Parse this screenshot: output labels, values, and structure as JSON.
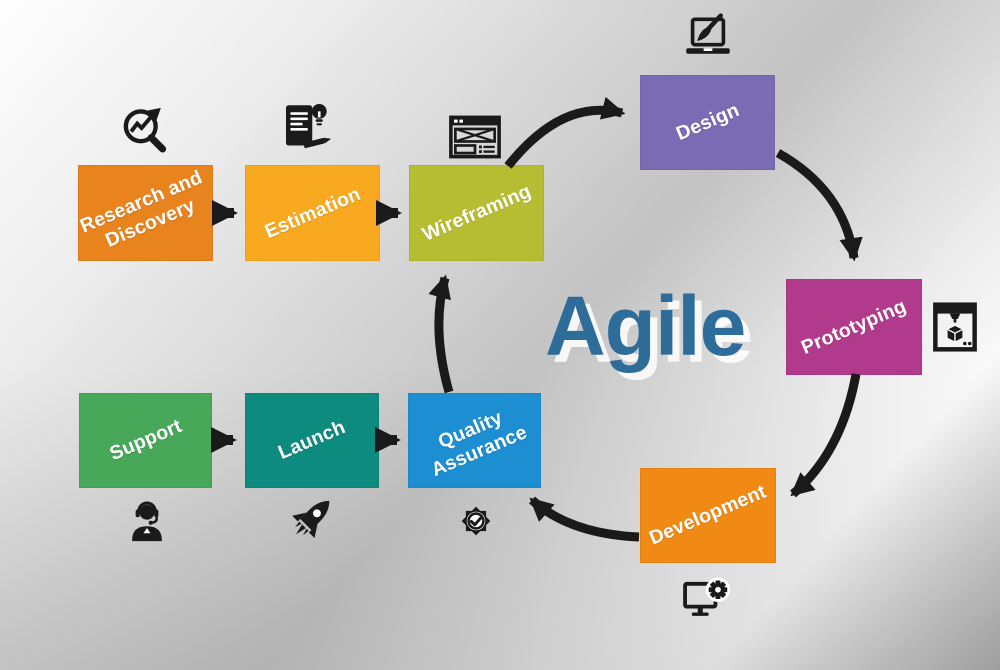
{
  "title": {
    "text": "Agile",
    "color": "#2E6C99"
  },
  "stages": [
    {
      "id": "research",
      "label": "Research and Discovery",
      "color": "#E8831D",
      "icon": "magnifier-chart-icon"
    },
    {
      "id": "estimation",
      "label": "Estimation",
      "color": "#F8A91F",
      "icon": "document-idea-pencil-icon"
    },
    {
      "id": "wireframing",
      "label": "Wireframing",
      "color": "#B7BD32",
      "icon": "browser-wireframe-icon"
    },
    {
      "id": "design",
      "label": "Design",
      "color": "#7A6BB5",
      "icon": "laptop-paintbrush-icon"
    },
    {
      "id": "prototyping",
      "label": "Prototyping",
      "color": "#B23A8D",
      "icon": "printer-3d-icon"
    },
    {
      "id": "development",
      "label": "Development",
      "color": "#F08A15",
      "icon": "monitor-gear-icon"
    },
    {
      "id": "quality",
      "label": "Quality Assurance",
      "color": "#1E8ED3",
      "icon": "badge-check-icon"
    },
    {
      "id": "launch",
      "label": "Launch",
      "color": "#0E8B7F",
      "icon": "rocket-icon"
    },
    {
      "id": "support",
      "label": "Support",
      "color": "#48A85A",
      "icon": "support-agent-icon"
    }
  ],
  "connections": [
    {
      "from": "Research and Discovery",
      "to": "Estimation"
    },
    {
      "from": "Estimation",
      "to": "Wireframing"
    },
    {
      "from": "Wireframing",
      "to": "Design"
    },
    {
      "from": "Design",
      "to": "Prototyping"
    },
    {
      "from": "Prototyping",
      "to": "Development"
    },
    {
      "from": "Development",
      "to": "Quality Assurance"
    },
    {
      "from": "Quality Assurance",
      "to": "Wireframing"
    },
    {
      "from": "Support",
      "to": "Launch"
    },
    {
      "from": "Launch",
      "to": "Quality Assurance"
    }
  ],
  "colors": {
    "arrow": "#1A1A1A",
    "label_text": "#FFFFFF"
  }
}
